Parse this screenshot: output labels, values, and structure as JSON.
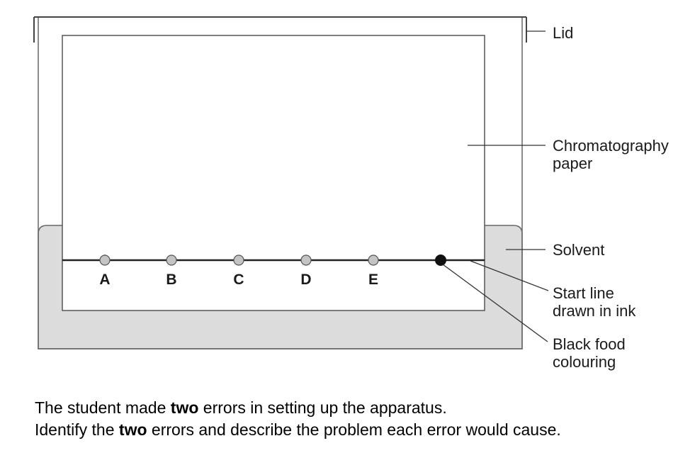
{
  "diagram": {
    "labels": {
      "lid": "Lid",
      "paper_line1": "Chromatography",
      "paper_line2": "paper",
      "solvent": "Solvent",
      "start_line1": "Start line",
      "start_line2": "drawn in ink",
      "food_line1": "Black food",
      "food_line2": "colouring"
    },
    "spots": [
      "A",
      "B",
      "C",
      "D",
      "E"
    ],
    "colors": {
      "solvent": "#dcdcdc",
      "spot": "#c4c4c4",
      "black_spot": "#111111",
      "outline": "#555555"
    }
  },
  "question": {
    "line1": {
      "before": "The student made ",
      "bold": "two",
      "after": " errors in setting up the apparatus."
    },
    "line2": {
      "before": "Identify the ",
      "bold": "two",
      "after": " errors and describe the problem each error would cause."
    }
  }
}
